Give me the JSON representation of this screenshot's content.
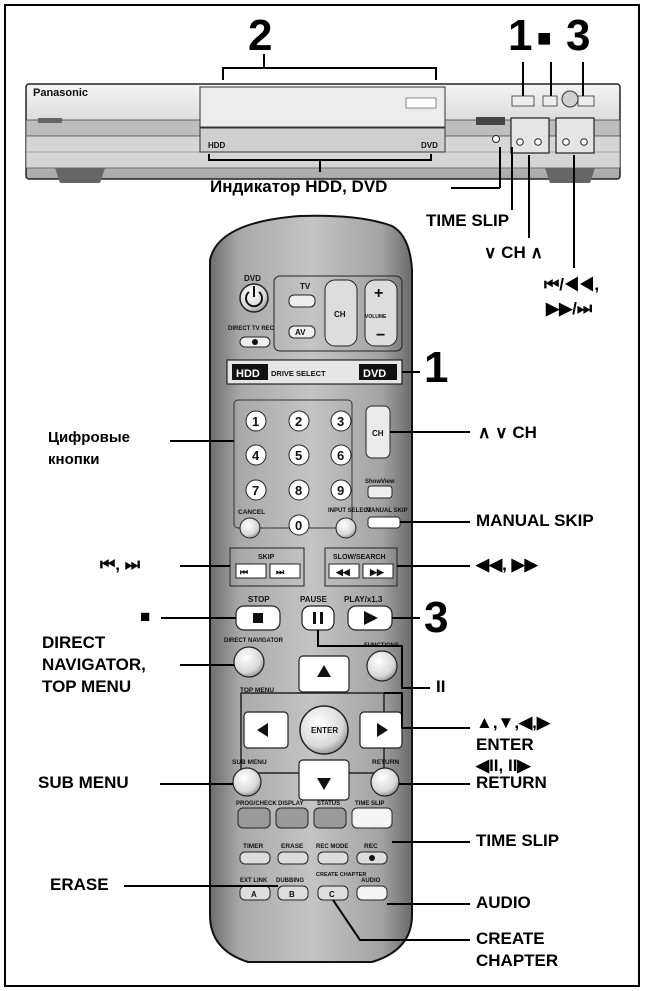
{
  "device": {
    "brand": "Panasonic",
    "hdd_indicator": "HDD",
    "dvd_indicator": "DVD"
  },
  "top_labels": {
    "step_2": "2",
    "step_1": "1",
    "stop_symbol": "■",
    "step_3": "3",
    "indicator_hdd_dvd": "Индикатор HDD, DVD",
    "time_slip": "TIME SLIP",
    "channel": "∨ CH ∧",
    "skip_search_line1": "⏮/◀◀,",
    "skip_search_line2": "▶▶/⏭"
  },
  "remote": {
    "dvd_label": "DVD",
    "tv_label": "TV",
    "direct_tv_rec": "DIRECT TV REC",
    "av": "AV",
    "ch": "CH",
    "volume": "VOLUME",
    "drive_select_hdd": "HDD",
    "drive_select_text": "DRIVE SELECT",
    "drive_select_dvd": "DVD",
    "digits": [
      "1",
      "2",
      "3",
      "4",
      "5",
      "6",
      "7",
      "8",
      "9",
      "0"
    ],
    "cancel": "CANCEL",
    "show_view": "ShowView",
    "input_select": "INPUT SELECT",
    "manual_skip": "MANUAL SKIP",
    "skip_group": "SKIP",
    "slow_search_group": "SLOW/SEARCH",
    "stop": "STOP",
    "pause": "PAUSE",
    "play": "PLAY/x1.3",
    "direct_navigator": "DIRECT NAVIGATOR",
    "functions": "FUNCTIONS",
    "top_menu": "TOP MENU",
    "enter": "ENTER",
    "sub_menu": "SUB MENU",
    "return": "RETURN",
    "prog_check": "PROG/CHECK",
    "display": "DISPLAY",
    "status": "STATUS",
    "time_slip": "TIME SLIP",
    "timer": "TIMER",
    "erase": "ERASE",
    "rec_mode": "REC MODE",
    "rec": "REC",
    "ext_link": "EXT LINK",
    "dubbing": "DUBBING",
    "create_chapter": "CREATE CHAPTER",
    "audio": "AUDIO",
    "ext_link_key": "A",
    "dubbing_key": "B",
    "create_chapter_key": "C"
  },
  "left_labels": {
    "digit_buttons_line1": "Цифровые",
    "digit_buttons_line2": "кнопки",
    "skip": "⏮, ⏭",
    "stop": "■",
    "direct_navigator_line1": "DIRECT",
    "direct_navigator_line2": "NAVIGATOR,",
    "direct_navigator_line3": "TOP MENU",
    "sub_menu": "SUB MENU",
    "erase": "ERASE"
  },
  "right_labels": {
    "step_1": "1",
    "ch": "∧ ∨ CH",
    "manual_skip": "MANUAL SKIP",
    "slow_search": "◀◀, ▶▶",
    "step_3": "3",
    "pause": "II",
    "arrows": "▲,▼,◀,▶",
    "enter": "ENTER",
    "frame_step": "◀II, II▶",
    "return": "RETURN",
    "time_slip": "TIME SLIP",
    "audio": "AUDIO",
    "create_chapter_line1": "CREATE",
    "create_chapter_line2": "CHAPTER"
  }
}
